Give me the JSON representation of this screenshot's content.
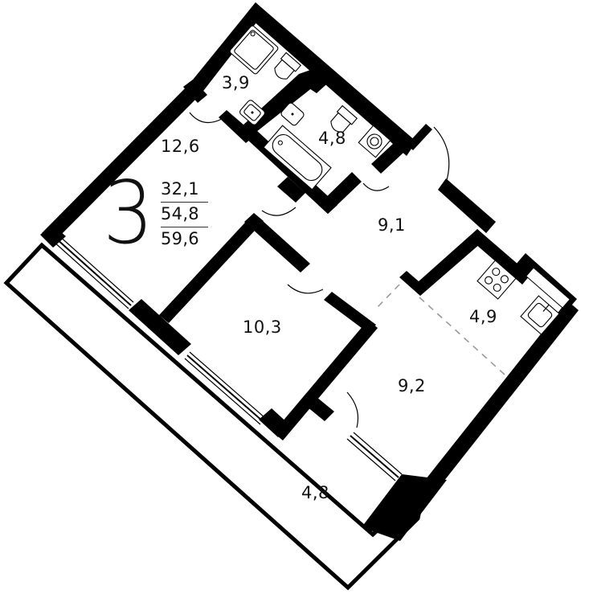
{
  "plan": {
    "title": "3-room apartment floor plan",
    "room_count": "3",
    "areas": {
      "living": "32,1",
      "total": "54,8",
      "total_with_balcony": "59,6"
    },
    "rooms": [
      {
        "id": "bedroom-1",
        "area": "12,6"
      },
      {
        "id": "bathroom-1",
        "area": "3,9"
      },
      {
        "id": "bathroom-2",
        "area": "4,8"
      },
      {
        "id": "hallway",
        "area": "9,1"
      },
      {
        "id": "kitchen",
        "area": "4,9"
      },
      {
        "id": "bedroom-2",
        "area": "10,3"
      },
      {
        "id": "living-room",
        "area": "9,2"
      },
      {
        "id": "balcony",
        "area": "4,8"
      }
    ],
    "colors": {
      "wall": "#000000",
      "background": "#ffffff",
      "zone_divider": "#9a9a9a"
    }
  }
}
